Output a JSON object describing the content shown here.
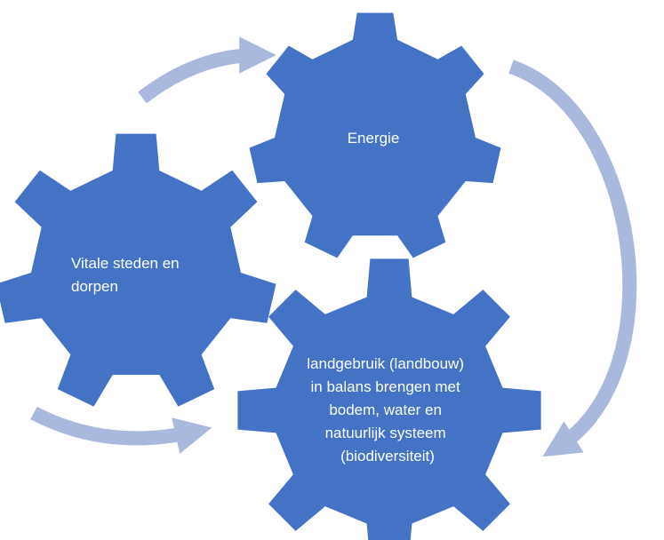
{
  "diagram": {
    "colors": {
      "gear": "#4472C4",
      "arrow": "#A9B8DD",
      "text": "#FFFFFF",
      "background": "#FFFFFF"
    },
    "gears": {
      "energie": {
        "lines": [
          "Energie"
        ]
      },
      "vitale": {
        "lines": [
          "Vitale steden en",
          "dorpen"
        ]
      },
      "landgebruik": {
        "lines": [
          "landgebruik (landbouw)",
          "in balans brengen met",
          "bodem, water en",
          "natuurlijk systeem",
          "(biodiversiteit)"
        ]
      }
    },
    "cycle_arrows": [
      "arrow-to-energie",
      "arrow-energie-to-landgebruik",
      "arrow-to-landgebruik"
    ]
  }
}
